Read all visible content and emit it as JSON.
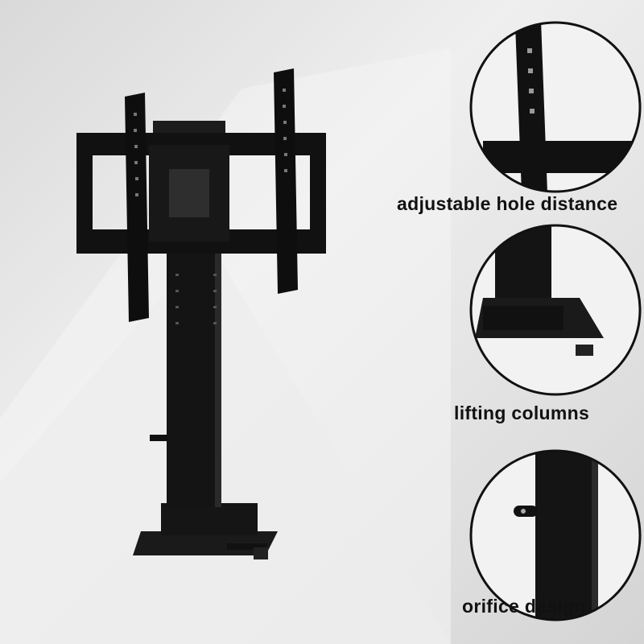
{
  "labels": {
    "detail_1": "adjustable hole distance",
    "detail_2": "lifting columns",
    "detail_3": "orifice design"
  },
  "colors": {
    "product": "#111111",
    "background": "#e6e6e6",
    "circle_border": "#111111"
  },
  "icons": [
    "tv-lift-mount-image",
    "hole-detail-image",
    "column-base-detail-image",
    "orifice-detail-image"
  ]
}
